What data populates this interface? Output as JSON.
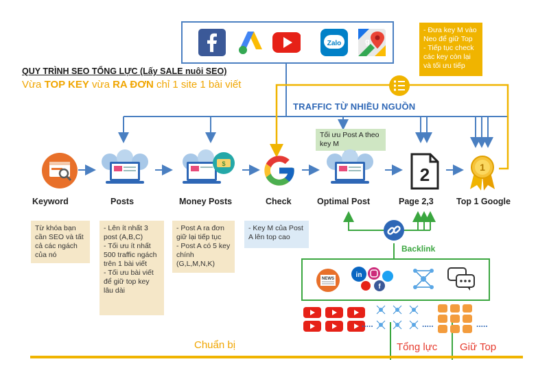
{
  "colors": {
    "blue": "#4a7fc1",
    "yellow": "#f0b400",
    "green": "#3aa63f",
    "orange_text": "#f0a500",
    "red_text": "#e63b2e"
  },
  "header": {
    "title": "QUY TRÌNH SEO TỔNG LỰC (Lấy SALE nuôi SEO)",
    "subtitle_1": "Vừa ",
    "subtitle_top_key": "TOP KEY",
    "subtitle_2": " vừa ",
    "subtitle_ra_don": "RA ĐƠN",
    "subtitle_3": " chỉ 1 site 1 bài viết"
  },
  "sources": {
    "icons": [
      "facebook-icon",
      "google-ads-icon",
      "youtube-icon",
      "zalo-icon",
      "google-maps-icon"
    ],
    "zalo_label": "Zalo"
  },
  "traffic_label": "TRAFFIC TỪ NHIỀU NGUỒN",
  "yellow_note": {
    "lines": [
      "- Đưa key M vào Neo để giữ Top",
      "- Tiếp tục check các key còn lại và tối ưu tiếp"
    ]
  },
  "green_note": "Tối ưu Post A theo key M",
  "steps": [
    {
      "label": "Keyword"
    },
    {
      "label": "Posts"
    },
    {
      "label": "Money Posts"
    },
    {
      "label": "Check"
    },
    {
      "label": "Optimal Post"
    },
    {
      "label": "Page 2,3"
    },
    {
      "label": "Top 1 Google"
    }
  ],
  "page_number": "2",
  "medal_number": "1",
  "notes": {
    "keyword": "Từ khóa bạn cần SEO và tất cả các ngách của nó",
    "posts": [
      "- Lên ít nhất 3 post (A,B,C)",
      "- Tối ưu ít nhất 500 traffic ngách trên 1 bài viết",
      "- Tối ưu bài viết để giữ top key lâu dài"
    ],
    "money_posts": [
      "- Post A ra đơn giữ lại tiếp tục",
      "- Post A có 5 key chính (G,L,M,N,K)"
    ],
    "check": "- Key M của Post A lên top cao"
  },
  "backlink": {
    "label": "Backlink",
    "news_label": "NEWS",
    "dots": "....."
  },
  "footer": {
    "chuan_bi": "Chuẩn bị",
    "tong_luc": "Tổng lực",
    "giu_top": "Giữ Top"
  }
}
